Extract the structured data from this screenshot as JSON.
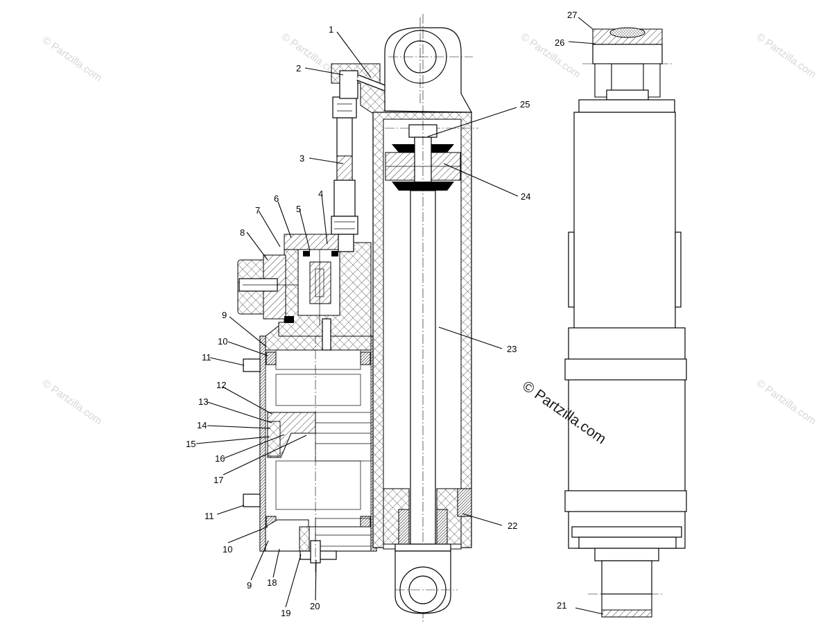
{
  "watermark": {
    "brand_text": "© Partzilla.com",
    "center_text": "© Partzilla.com"
  },
  "callouts": [
    "1",
    "2",
    "3",
    "4",
    "5",
    "6",
    "7",
    "8",
    "9",
    "10",
    "11",
    "12",
    "13",
    "14",
    "15",
    "16",
    "17",
    "9",
    "10",
    "11",
    "18",
    "19",
    "20",
    "21",
    "22",
    "23",
    "24",
    "25",
    "26",
    "27"
  ]
}
